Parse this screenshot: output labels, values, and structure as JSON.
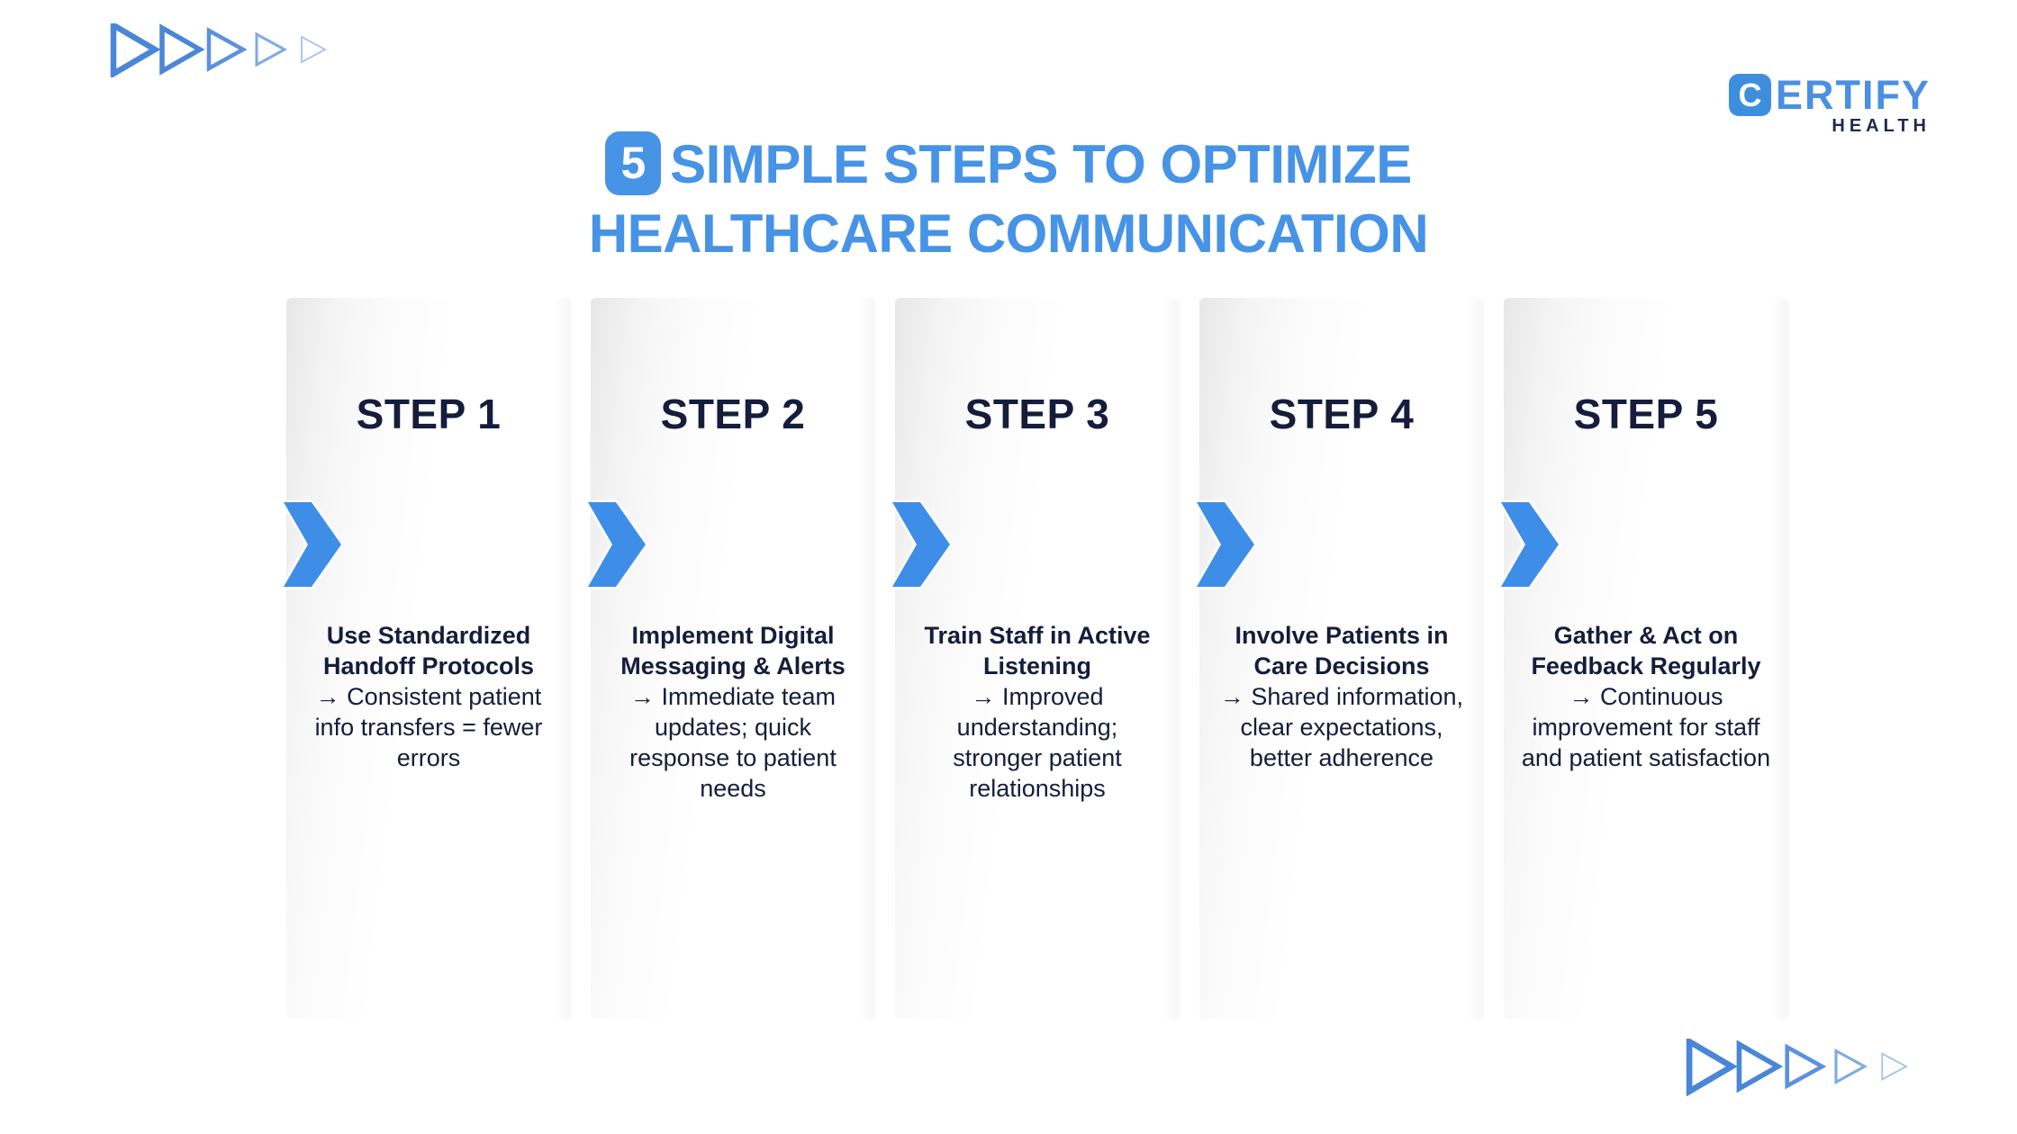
{
  "page": {
    "background_color": "#ffffff"
  },
  "header": {
    "logo": {
      "badge_letter": "C",
      "wordmark": "ERTIFY",
      "tagline": "HEALTH",
      "badge_color": "#3E8EDE",
      "wordmark_color": "#4A90E2",
      "tagline_color": "#1C2B4D"
    }
  },
  "title": {
    "badge_number": "5",
    "line1": "SIMPLE STEPS TO OPTIMIZE",
    "line2": "HEALTHCARE COMMUNICATION",
    "text_color": "#4793E6",
    "badge_bg_color": "#4793E6",
    "badge_text_color": "#ffffff"
  },
  "steps": [
    {
      "label": "STEP 1",
      "heading": "Use Standardized Handoff Protocols",
      "description": "→ Consistent patient info transfers = fewer errors"
    },
    {
      "label": "STEP 2",
      "heading": "Implement Digital Messaging & Alerts",
      "description": "→ Immediate team updates; quick response to patient needs"
    },
    {
      "label": "STEP 3",
      "heading": "Train Staff in Active Listening",
      "description": "→ Improved understanding; stronger patient relationships"
    },
    {
      "label": "STEP 4",
      "heading": "Involve Patients in Care Decisions",
      "description": "→ Shared information, clear expectations, better adherence"
    },
    {
      "label": "STEP 5",
      "heading": "Gather & Act on Feedback Regularly",
      "description": "→ Continuous improvement for staff and patient satisfaction"
    }
  ],
  "decor": {
    "triangle_row_icon": "fading-right-triangles",
    "triangle_color": "#4A86D8",
    "chevron_icon": "right-chevron",
    "chevron_color": "#3E8EE8",
    "step_text_color": "#141D3B"
  }
}
